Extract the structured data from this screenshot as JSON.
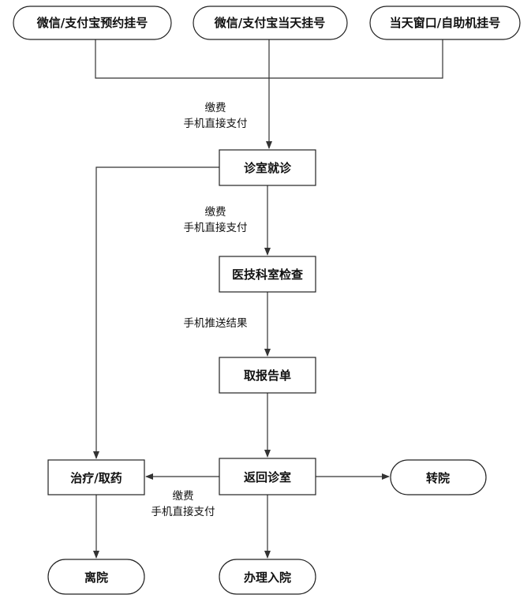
{
  "nodes": {
    "wechat_alipay_appointment": "微信/支付宝预约挂号",
    "wechat_alipay_same_day": "微信/支付宝当天挂号",
    "window_selfservice_same_day": "当天窗口/自助机挂号",
    "consultation": "诊室就诊",
    "medical_tech_exam": "医技科室检查",
    "get_report": "取报告单",
    "return_consultation": "返回诊室",
    "treatment_medicine": "治疗/取药",
    "transfer_hospital": "转院",
    "leave_hospital": "离院",
    "admission": "办理入院"
  },
  "edge_labels": {
    "pay_1": "缴费",
    "mobile_pay_1": "手机直接支付",
    "pay_2": "缴费",
    "mobile_pay_2": "手机直接支付",
    "push_result": "手机推送结果",
    "pay_3": "缴费",
    "mobile_pay_3": "手机直接支付"
  },
  "colors": {
    "line": "#333333",
    "border": "#222222",
    "text": "#111111",
    "background": "#ffffff"
  }
}
